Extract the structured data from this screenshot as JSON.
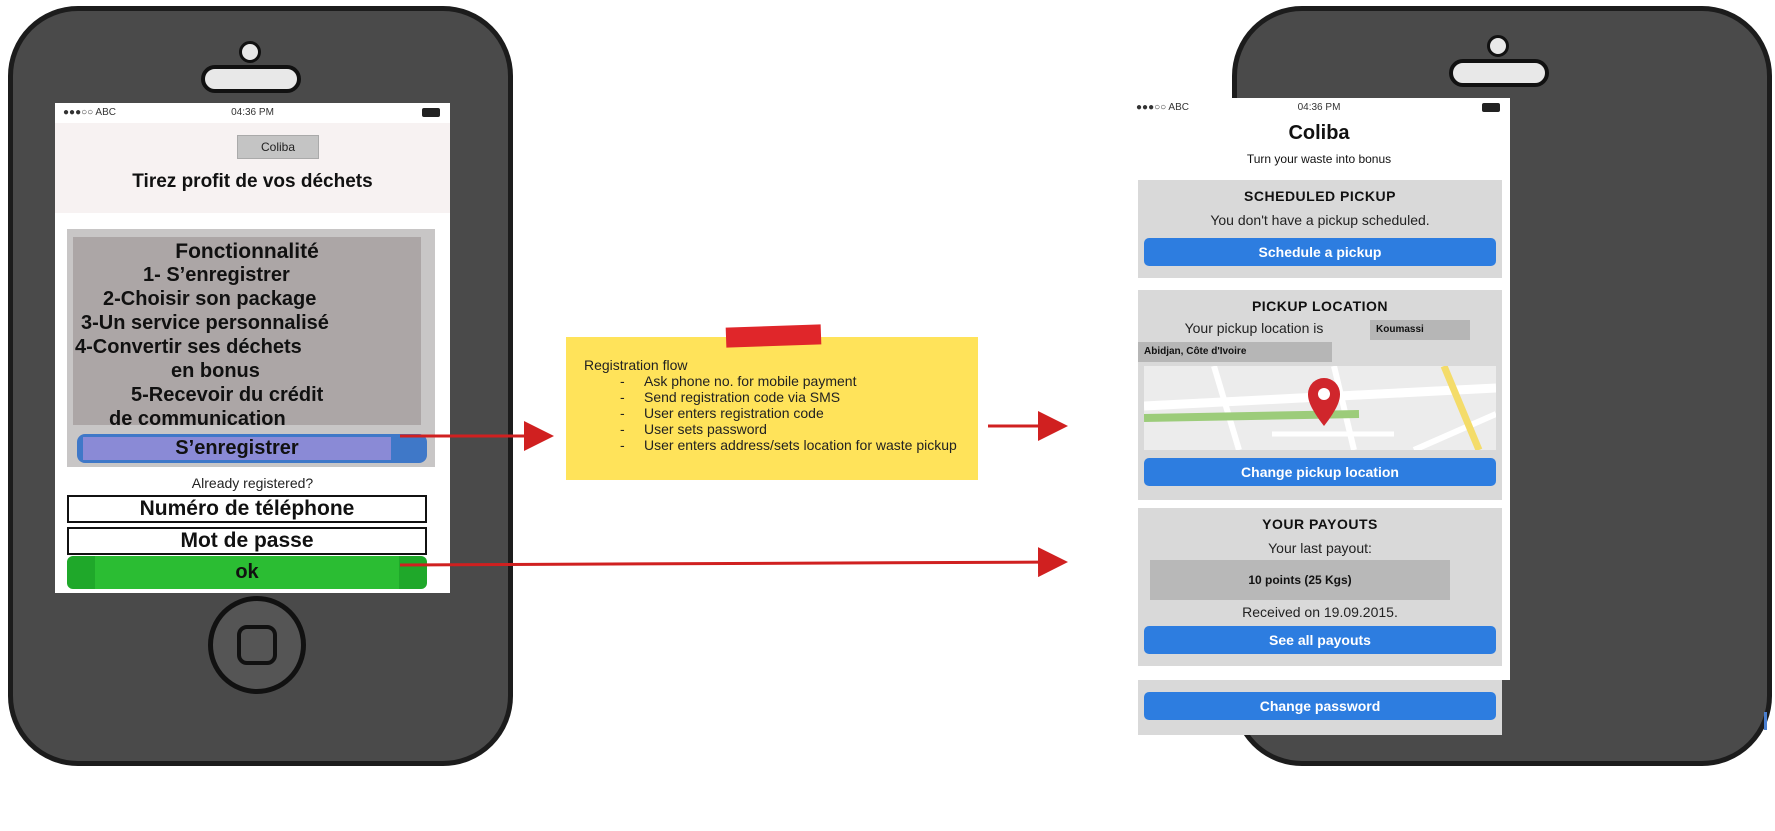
{
  "left_phone": {
    "status": {
      "carrier": "●●●○○ ABC",
      "time": "04:36 PM"
    },
    "app_name": "Coliba",
    "tagline": "Tirez profit de vos déchets",
    "features": {
      "title": "Fonctionnalité",
      "lines": [
        "1- S’enregistrer",
        "2-Choisir son package",
        "3-Un service personnalisé",
        "4-Convertir ses déchets",
        "en bonus",
        "5-Recevoir du  crédit",
        "de communication"
      ]
    },
    "register_button": "S’enregistrer",
    "already_registered": "Already registered?",
    "phone_field": "Numéro de téléphone",
    "password_field": "Mot de passe",
    "ok_button": "ok"
  },
  "sticky_note": {
    "title": "Registration flow",
    "items": [
      "Ask phone no. for mobile payment",
      "Send registration code via SMS",
      "User enters registration code",
      "User sets password",
      "User enters address/sets location for waste pickup"
    ]
  },
  "right_phone": {
    "status": {
      "carrier": "●●●○○ ABC",
      "time": "04:36 PM"
    },
    "app_name": "Coliba",
    "subtitle": "Turn your waste into bonus",
    "scheduled_pickup": {
      "heading": "SCHEDULED PICKUP",
      "text": "You don't have a pickup scheduled.",
      "button": "Schedule a pickup"
    },
    "pickup_location": {
      "heading": "PICKUP LOCATION",
      "text": "Your pickup location is",
      "city": "Koumassi",
      "region": "Abidjan, Côte d'Ivoire",
      "button": "Change pickup location"
    },
    "payouts": {
      "heading": "YOUR PAYOUTS",
      "text": "Your last payout:",
      "amount": "10 points (25 Kgs)",
      "received": "Received on 19.09.2015.",
      "button": "See all payouts"
    },
    "change_password_button": "Change password"
  },
  "colors": {
    "phone_body": "#4a4a4a",
    "register_blue": "#3f78c8",
    "ok_green": "#2bbd33",
    "app_button_blue": "#2d7de0",
    "sticky_yellow": "#ffe35a",
    "arrow_red": "#d02020",
    "pin_red": "#d0262c"
  }
}
